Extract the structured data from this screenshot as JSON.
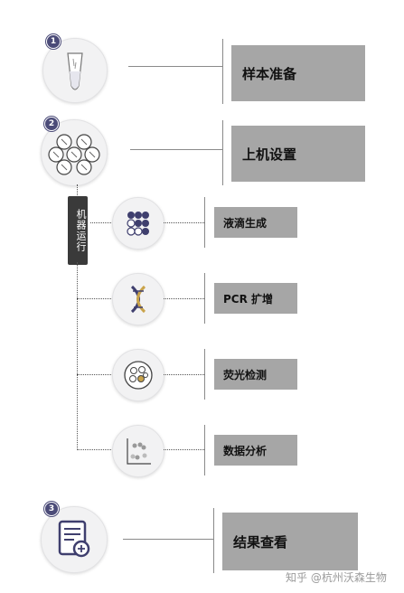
{
  "steps": [
    {
      "number": "1",
      "label": "样本准备",
      "icon": "tube-icon"
    },
    {
      "number": "2",
      "label": "上机设置",
      "icon": "chip-wells-icon"
    },
    {
      "number": "3",
      "label": "结果查看",
      "icon": "report-icon"
    }
  ],
  "machine_run_label": "机器运行",
  "sub_steps": [
    {
      "label": "液滴生成",
      "icon": "droplets-icon"
    },
    {
      "label": "PCR 扩增",
      "icon": "dna-icon"
    },
    {
      "label": "荧光检测",
      "icon": "fluorescence-icon"
    },
    {
      "label": "数据分析",
      "icon": "scatter-plot-icon"
    }
  ],
  "watermark": "知乎 @杭州沃森生物",
  "colors": {
    "accent": "#4b4b78",
    "box": "#a6a6a6",
    "label_bg": "#3a3a3a"
  }
}
